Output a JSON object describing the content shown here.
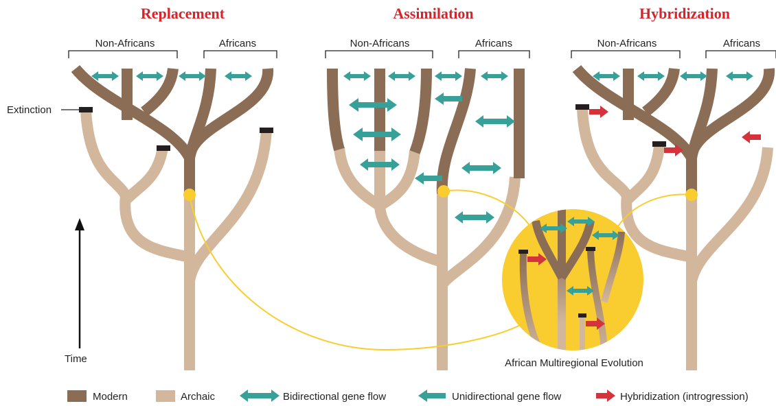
{
  "colors": {
    "modern": "#8b6d55",
    "archaic": "#d2b79c",
    "bidirectional": "#37a199",
    "unidirectional": "#37a199",
    "hybridization": "#d4333b",
    "title": "#d8232a",
    "highlight": "#f9cd2f"
  },
  "panels": [
    {
      "title": "Replacement",
      "groups": [
        "Non-Africans",
        "Africans"
      ]
    },
    {
      "title": "Assimilation",
      "groups": [
        "Non-Africans",
        "Africans"
      ]
    },
    {
      "title": "Hybridization",
      "groups": [
        "Non-Africans",
        "Africans"
      ]
    }
  ],
  "annotations": {
    "extinction": "Extinction",
    "time": "Time",
    "inset_caption": "African Multiregional Evolution"
  },
  "legend": [
    {
      "label": "Modern",
      "icon": "modern-swatch"
    },
    {
      "label": "Archaic",
      "icon": "archaic-swatch"
    },
    {
      "label": "Bidirectional gene flow",
      "icon": "double-arrow-icon"
    },
    {
      "label": "Unidirectional gene flow",
      "icon": "left-arrow-icon"
    },
    {
      "label": "Hybridization (introgression)",
      "icon": "right-arrow-icon"
    }
  ]
}
